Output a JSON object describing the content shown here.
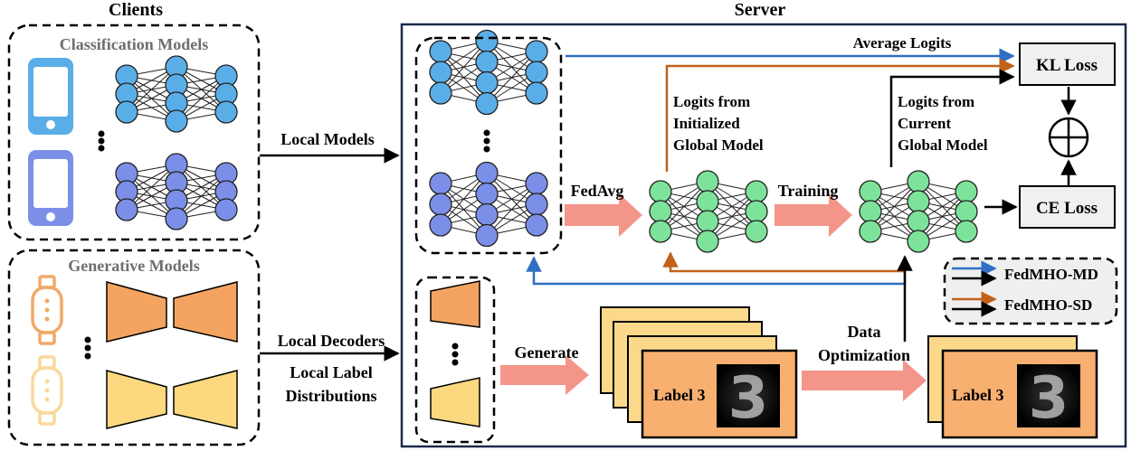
{
  "clients": {
    "title": "Clients",
    "classification_title": "Classification Models",
    "generative_title": "Generative Models"
  },
  "server": {
    "title": "Server"
  },
  "arrows": {
    "local_models": "Local Models",
    "local_decoders": "Local Decoders",
    "local_label_line1": "Local Label",
    "local_label_line2": "Distributions",
    "fedavg": "FedAvg",
    "training": "Training",
    "generate": "Generate",
    "data_opt_line1": "Data",
    "data_opt_line2": "Optimization",
    "average_logits": "Average Logits"
  },
  "logits_init": {
    "line1": "Logits from",
    "line2": "Initialized",
    "line3": "Global Model"
  },
  "logits_curr": {
    "line1": "Logits from",
    "line2": "Current",
    "line3": "Global Model"
  },
  "losses": {
    "kl": "KL Loss",
    "ce": "CE Loss"
  },
  "legend": {
    "md": "FedMHO-MD",
    "sd": "FedMHO-SD",
    "colors": {
      "blue": "#2f6fc4",
      "orange": "#c0621a",
      "black": "#000000"
    }
  },
  "cards": {
    "label_text": "Label 3",
    "digit": "3"
  },
  "colors": {
    "light_blue_node": "#5aaee8",
    "purple_blue_node": "#7b8fe8",
    "green_node": "#7de39a",
    "salmon_arrow": "#f4958a",
    "orange_trap": "#f4a460",
    "yellow_trap": "#fcd97e",
    "card_yellow": "#fcd98a",
    "card_orange": "#f8b070"
  },
  "icons": [
    "phone-icon",
    "smartwatch-icon",
    "oplus-icon"
  ]
}
